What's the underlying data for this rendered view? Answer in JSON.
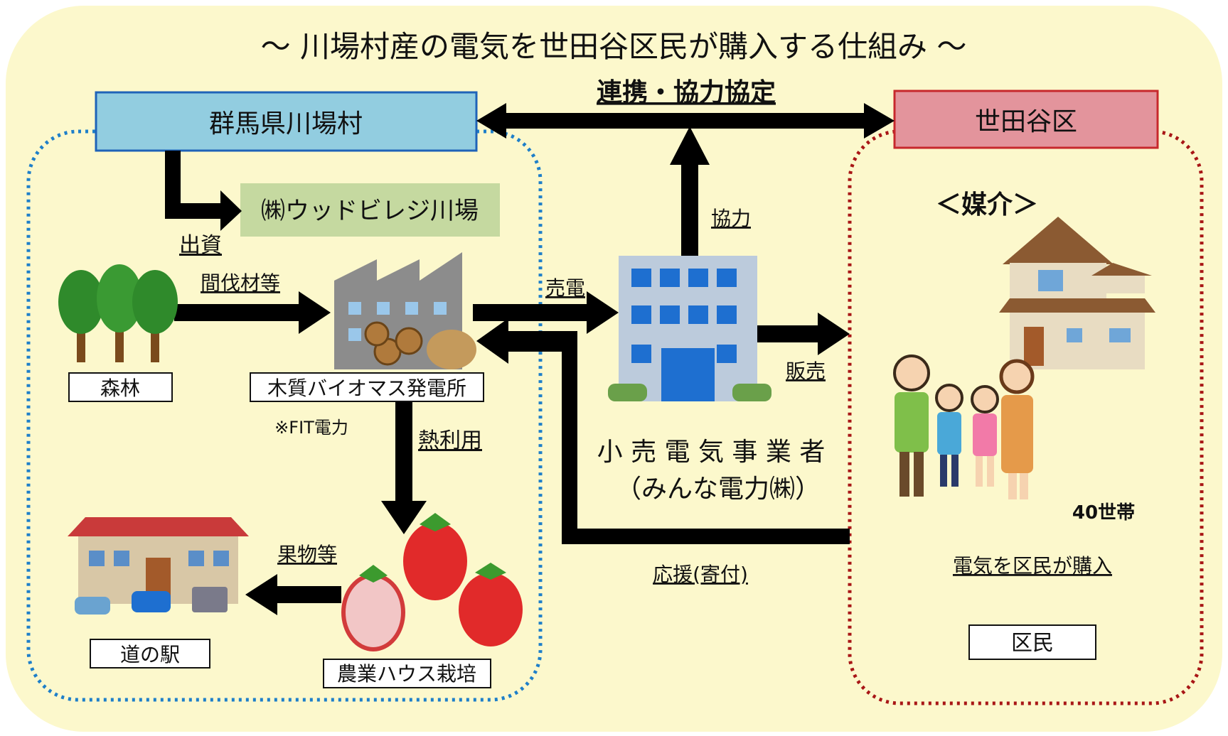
{
  "title": "〜 川場村産の電気を世田谷区民が購入する仕組み 〜",
  "agreement_label": "連携・協力協定",
  "boxes": {
    "kawaba_village": "群馬県川場村",
    "setagaya": "世田谷区",
    "wood_village": "㈱ウッドビレジ川場"
  },
  "labels": {
    "investment": "出資",
    "thinning": "間伐材等",
    "forest": "森林",
    "biomass_plant": "木質バイオマス発電所",
    "fit_note": "※FIT電力",
    "heat_use": "熱利用",
    "fruits": "果物等",
    "road_station": "道の駅",
    "greenhouse": "農業ハウス栽培",
    "sell_power": "売電",
    "cooperation": "協力",
    "retail_sale": "販売",
    "retailer_line1": "小 売 電 気 事 業 者",
    "retailer_line2": "（みんな電力㈱）",
    "support": "応援(寄付)",
    "mediation": "＜媒介＞",
    "households": "40世帯",
    "residents_buy": "電気を区民が購入",
    "residents": "区民"
  },
  "colors": {
    "background": "#fcf8cc",
    "kawaba_box": "#92cde0",
    "kawaba_border": "#1f63b8",
    "setagaya_box": "#e3949c",
    "setagaya_border": "#c7282c",
    "wood_box": "#c5d9a0",
    "kawaba_dotted": "#1e7fc9",
    "setagaya_dotted": "#a81616",
    "arrow": "#000000"
  }
}
